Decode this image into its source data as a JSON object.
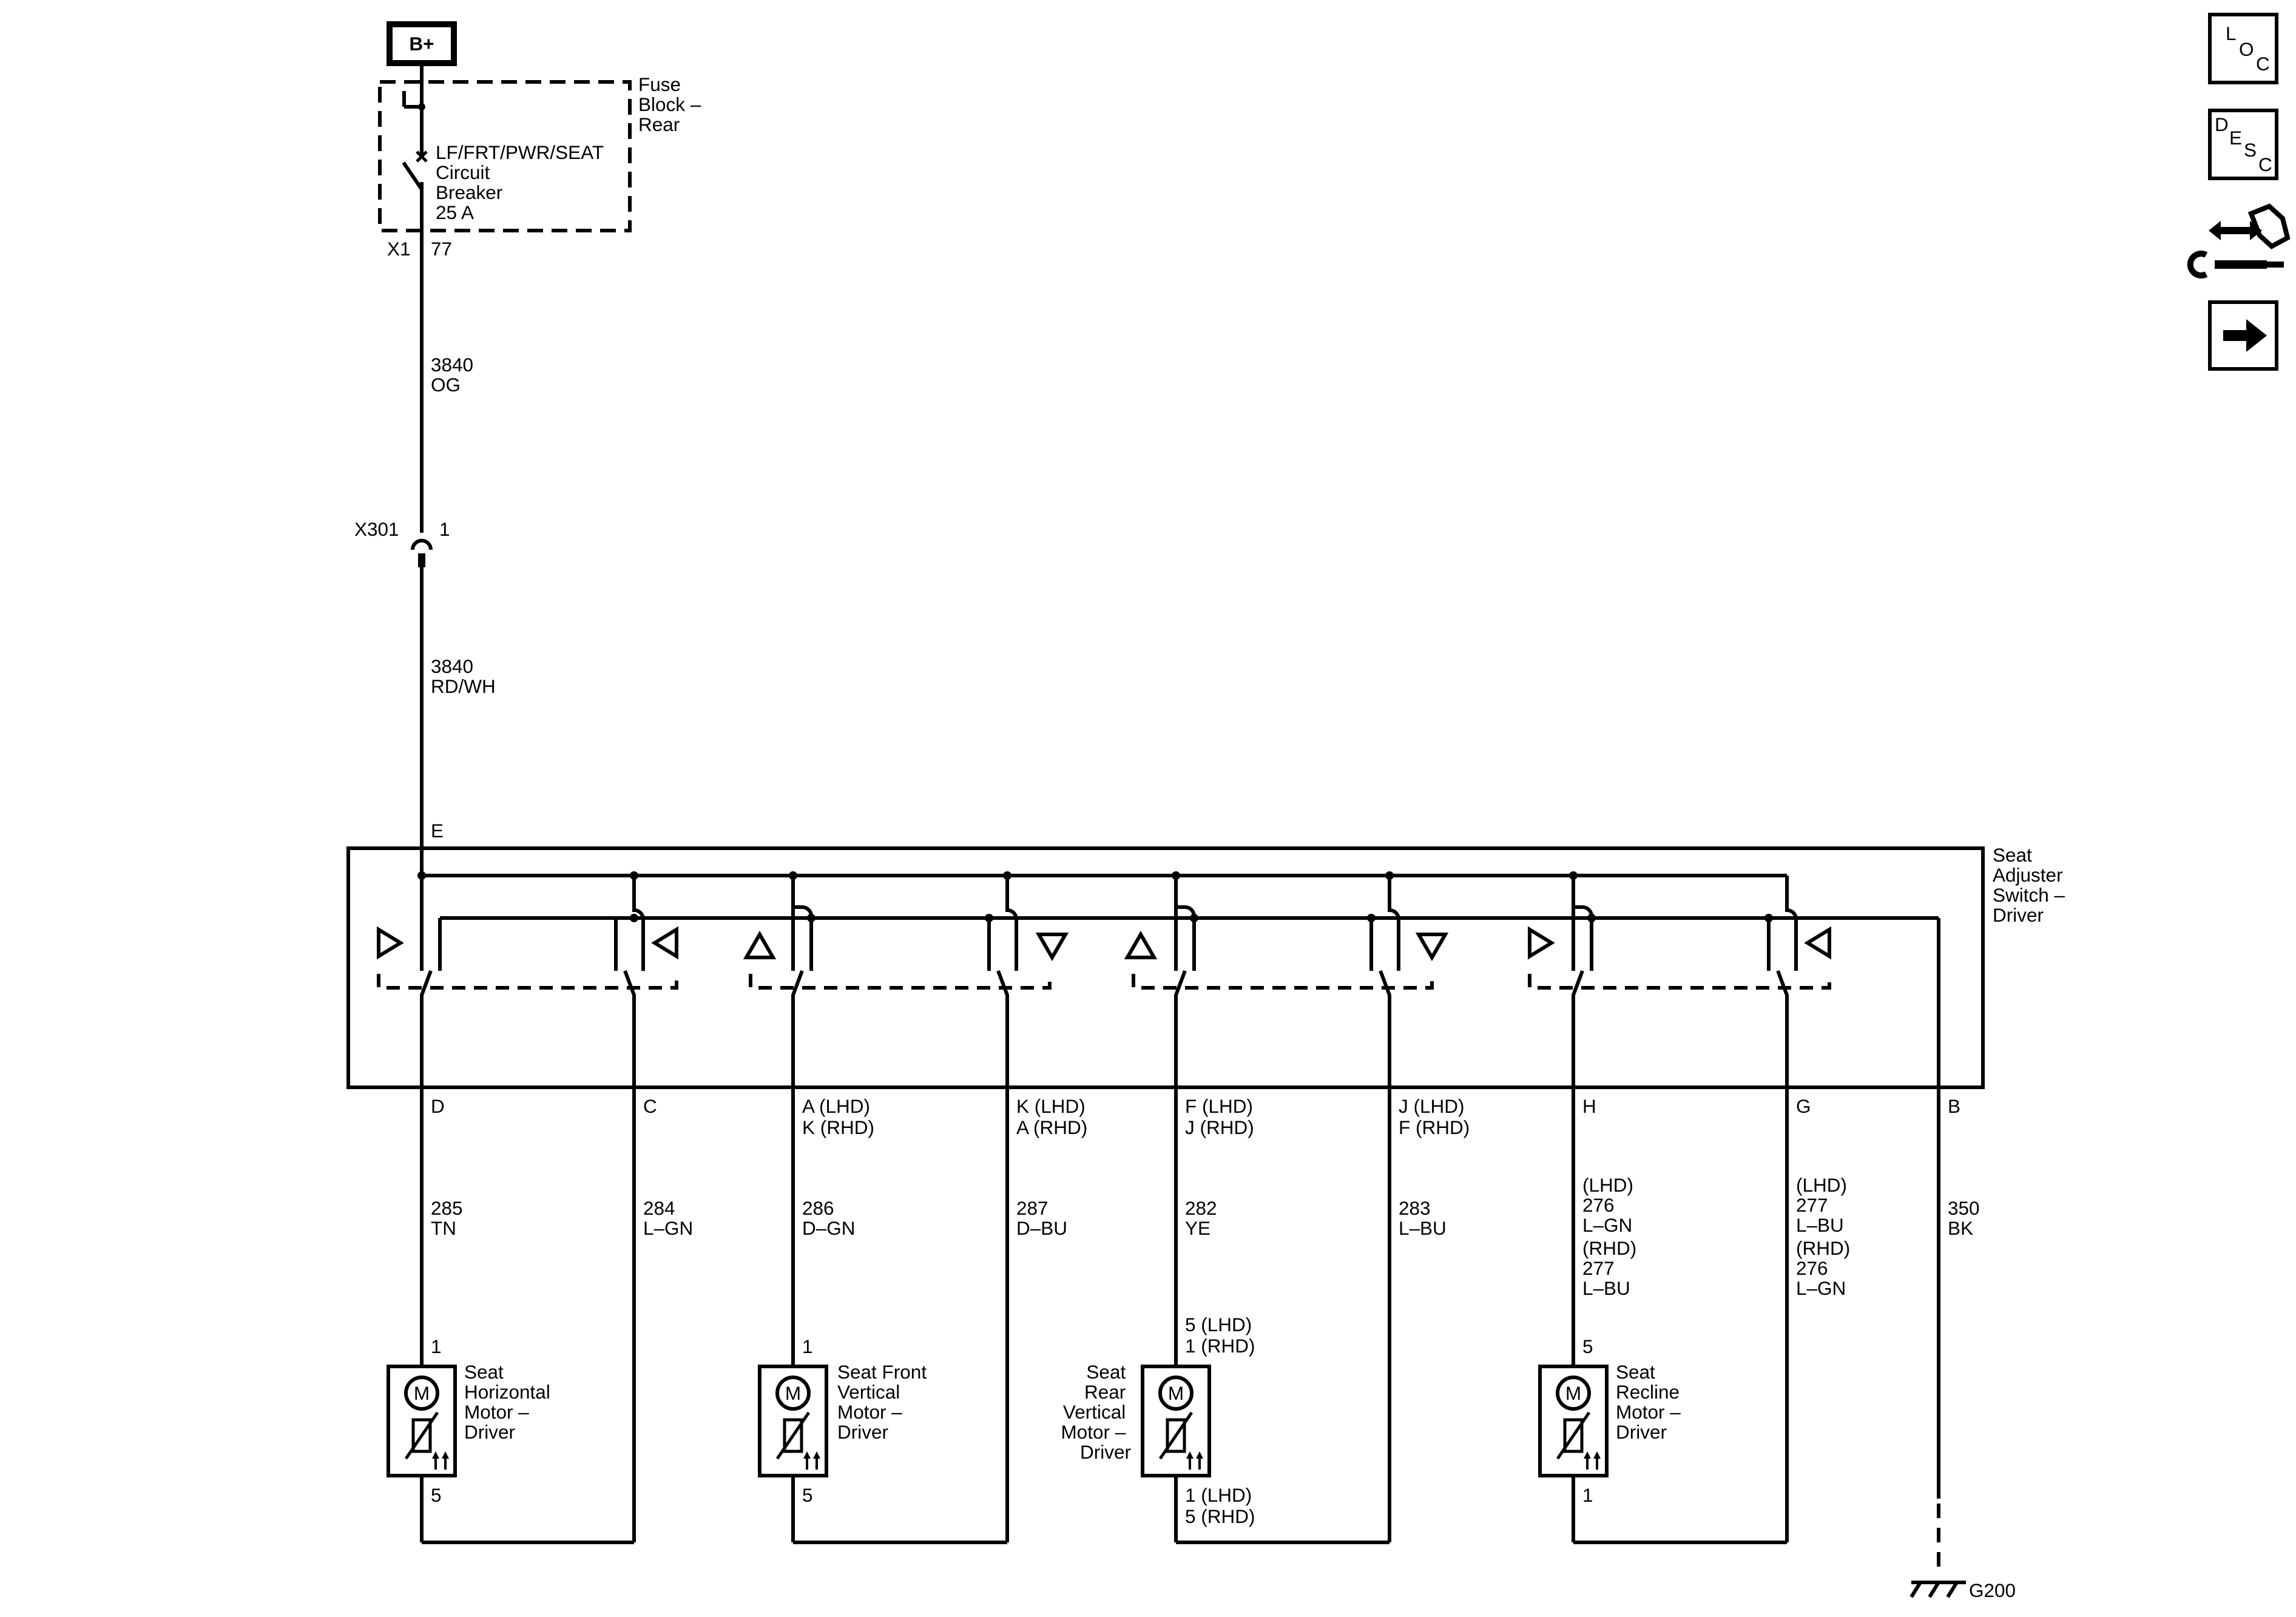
{
  "power": {
    "label": "B+"
  },
  "fuse_block": {
    "name": [
      "Fuse",
      "Block –",
      "Rear"
    ],
    "breaker": [
      "LF/FRT/PWR/SEAT",
      "Circuit",
      "Breaker",
      "25 A"
    ],
    "connector": "X1",
    "pin": "77"
  },
  "feed_wire_top": {
    "circuit": "3840",
    "color": "OG"
  },
  "inline_connector": {
    "name": "X301",
    "pin": "1"
  },
  "feed_wire_bottom": {
    "circuit": "3840",
    "color": "RD/WH"
  },
  "switch": {
    "name": [
      "Seat",
      "Adjuster",
      "Switch –",
      "Driver"
    ],
    "input_pin": "E"
  },
  "pins": [
    {
      "id": "D",
      "label": [
        "D"
      ],
      "wire": [
        "285",
        "TN"
      ]
    },
    {
      "id": "C",
      "label": [
        "C"
      ],
      "wire": [
        "284",
        "L–GN"
      ]
    },
    {
      "id": "A",
      "label": [
        "A (LHD)",
        "K (RHD)"
      ],
      "wire": [
        "286",
        "D–GN"
      ]
    },
    {
      "id": "K",
      "label": [
        "K (LHD)",
        "A (RHD)"
      ],
      "wire": [
        "287",
        "D–BU"
      ]
    },
    {
      "id": "F",
      "label": [
        "F (LHD)",
        "J (RHD)"
      ],
      "wire": [
        "282",
        "YE"
      ]
    },
    {
      "id": "J",
      "label": [
        "J (LHD)",
        "F (RHD)"
      ],
      "wire": [
        "283",
        "L–BU"
      ]
    },
    {
      "id": "H",
      "label": [
        "H"
      ],
      "wire": [
        "(LHD)",
        "276",
        "L–GN",
        "",
        "(RHD)",
        "277",
        "L–BU"
      ]
    },
    {
      "id": "G",
      "label": [
        "G"
      ],
      "wire": [
        "(LHD)",
        "277",
        "L–BU",
        "",
        "(RHD)",
        "276",
        "L–GN"
      ]
    },
    {
      "id": "B",
      "label": [
        "B"
      ],
      "wire": [
        "350",
        "BK"
      ]
    }
  ],
  "motors": [
    {
      "id": "horizontal",
      "symbol": "M",
      "name": [
        "Seat",
        "Horizontal",
        "Motor –",
        "Driver"
      ],
      "top_pin": [
        "1"
      ],
      "bottom_pin": [
        "5"
      ]
    },
    {
      "id": "front-vertical",
      "symbol": "M",
      "name": [
        "Seat Front",
        "Vertical",
        "Motor –",
        "Driver"
      ],
      "top_pin": [
        "1"
      ],
      "bottom_pin": [
        "5"
      ]
    },
    {
      "id": "rear-vertical",
      "symbol": "M",
      "name": [
        "Seat",
        "Rear",
        "Vertical",
        "Motor –",
        "Driver"
      ],
      "top_pin": [
        "5 (LHD)",
        "1 (RHD)"
      ],
      "bottom_pin": [
        "1 (LHD)",
        "5 (RHD)"
      ]
    },
    {
      "id": "recline",
      "symbol": "M",
      "name": [
        "Seat",
        "Recline",
        "Motor –",
        "Driver"
      ],
      "top_pin": [
        "5"
      ],
      "bottom_pin": [
        "1"
      ]
    }
  ],
  "ground": {
    "label": "G200"
  },
  "side_buttons": {
    "loc": [
      "L",
      "O",
      "C"
    ],
    "desc": [
      "D",
      "E",
      "S",
      "C"
    ],
    "icons": [
      "connector-repair-icon",
      "arrow-right-icon"
    ]
  },
  "colors": {
    "line": "#000000",
    "background": "#ffffff"
  }
}
